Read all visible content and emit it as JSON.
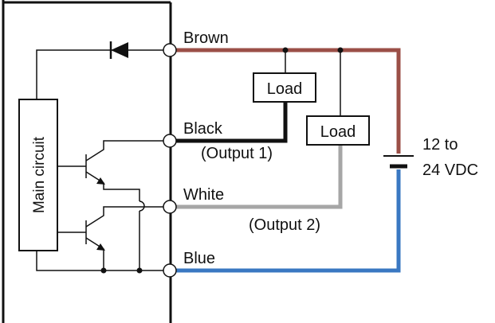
{
  "diagram": {
    "main_circuit_label": "Main circuit",
    "wires": {
      "brown": {
        "label": "Brown",
        "color": "#9b4f47"
      },
      "black": {
        "label": "Black",
        "sublabel": "(Output 1)",
        "color": "#111111"
      },
      "white": {
        "label": "White",
        "sublabel": "(Output 2)",
        "color": "#a6a6a6"
      },
      "blue": {
        "label": "Blue",
        "color": "#3a78c2"
      }
    },
    "loads": [
      {
        "label": "Load"
      },
      {
        "label": "Load"
      }
    ],
    "supply": {
      "line1": "12 to",
      "line2": "24 VDC"
    }
  }
}
